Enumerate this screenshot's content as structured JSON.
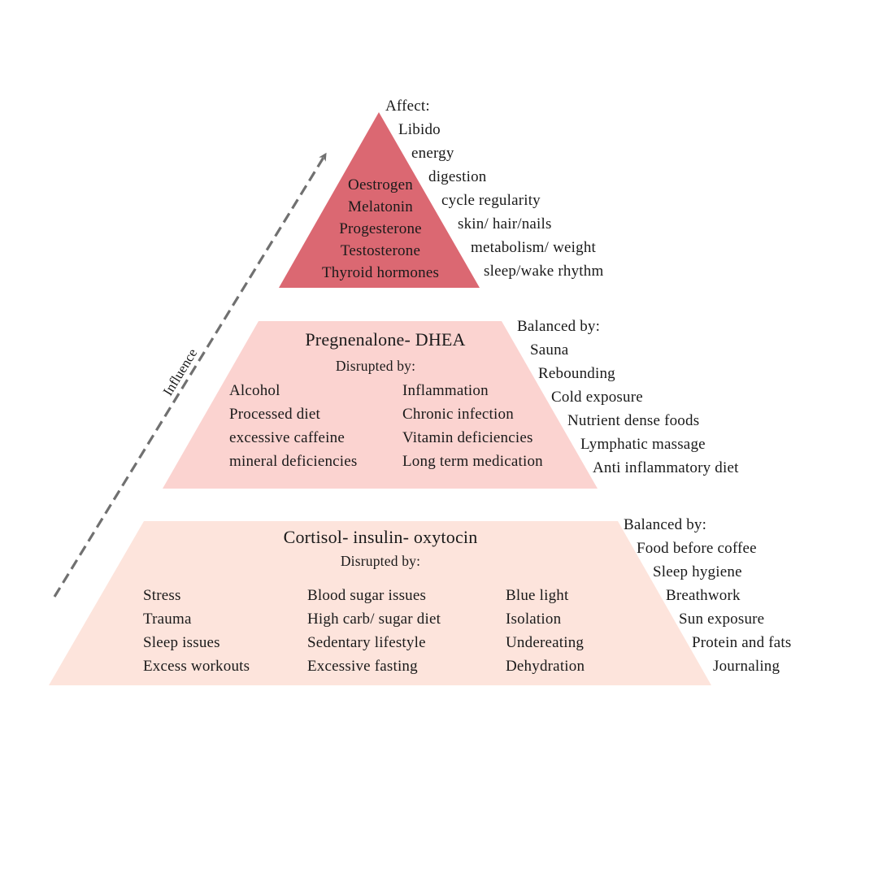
{
  "colors": {
    "top_tier": "#DB6872",
    "middle_tier": "#FBD3D0",
    "bottom_tier": "#FDE4DC",
    "arrow": "#707070",
    "text": "#1a1a1a",
    "background": "#ffffff"
  },
  "influence_arrow": {
    "label": "Influence",
    "direction": "up"
  },
  "top_tier": {
    "hormones": [
      "Oestrogen",
      "Melatonin",
      "Progesterone",
      "Testosterone",
      "Thyroid hormones"
    ],
    "affect": {
      "heading": "Affect:",
      "items": [
        "Libido",
        "energy",
        "digestion",
        "cycle regularity",
        "skin/ hair/nails",
        "metabolism/ weight",
        "sleep/wake rhythm"
      ]
    }
  },
  "middle_tier": {
    "title": "Pregnenalone- DHEA",
    "disrupted_heading": "Disrupted by:",
    "disrupted_columns": [
      [
        "Alcohol",
        "Processed diet",
        "excessive caffeine",
        "mineral deficiencies"
      ],
      [
        "Inflammation",
        "Chronic infection",
        "Vitamin deficiencies",
        "Long term medication"
      ]
    ],
    "balanced": {
      "heading": "Balanced by:",
      "items": [
        "Sauna",
        "Rebounding",
        "Cold exposure",
        "Nutrient dense foods",
        "Lymphatic massage",
        "Anti inflammatory diet"
      ]
    }
  },
  "bottom_tier": {
    "title": "Cortisol- insulin- oxytocin",
    "disrupted_heading": "Disrupted by:",
    "disrupted_columns": [
      [
        "Stress",
        "Trauma",
        "Sleep issues",
        "Excess workouts"
      ],
      [
        "Blood sugar issues",
        "High carb/ sugar diet",
        "Sedentary lifestyle",
        "Excessive fasting"
      ],
      [
        "Blue light",
        "Isolation",
        "Undereating",
        "Dehydration"
      ]
    ],
    "balanced": {
      "heading": "Balanced by:",
      "items": [
        "Food before coffee",
        "Sleep hygiene",
        "Breathwork",
        "Sun exposure",
        "Protein and fats",
        "Journaling"
      ]
    }
  }
}
